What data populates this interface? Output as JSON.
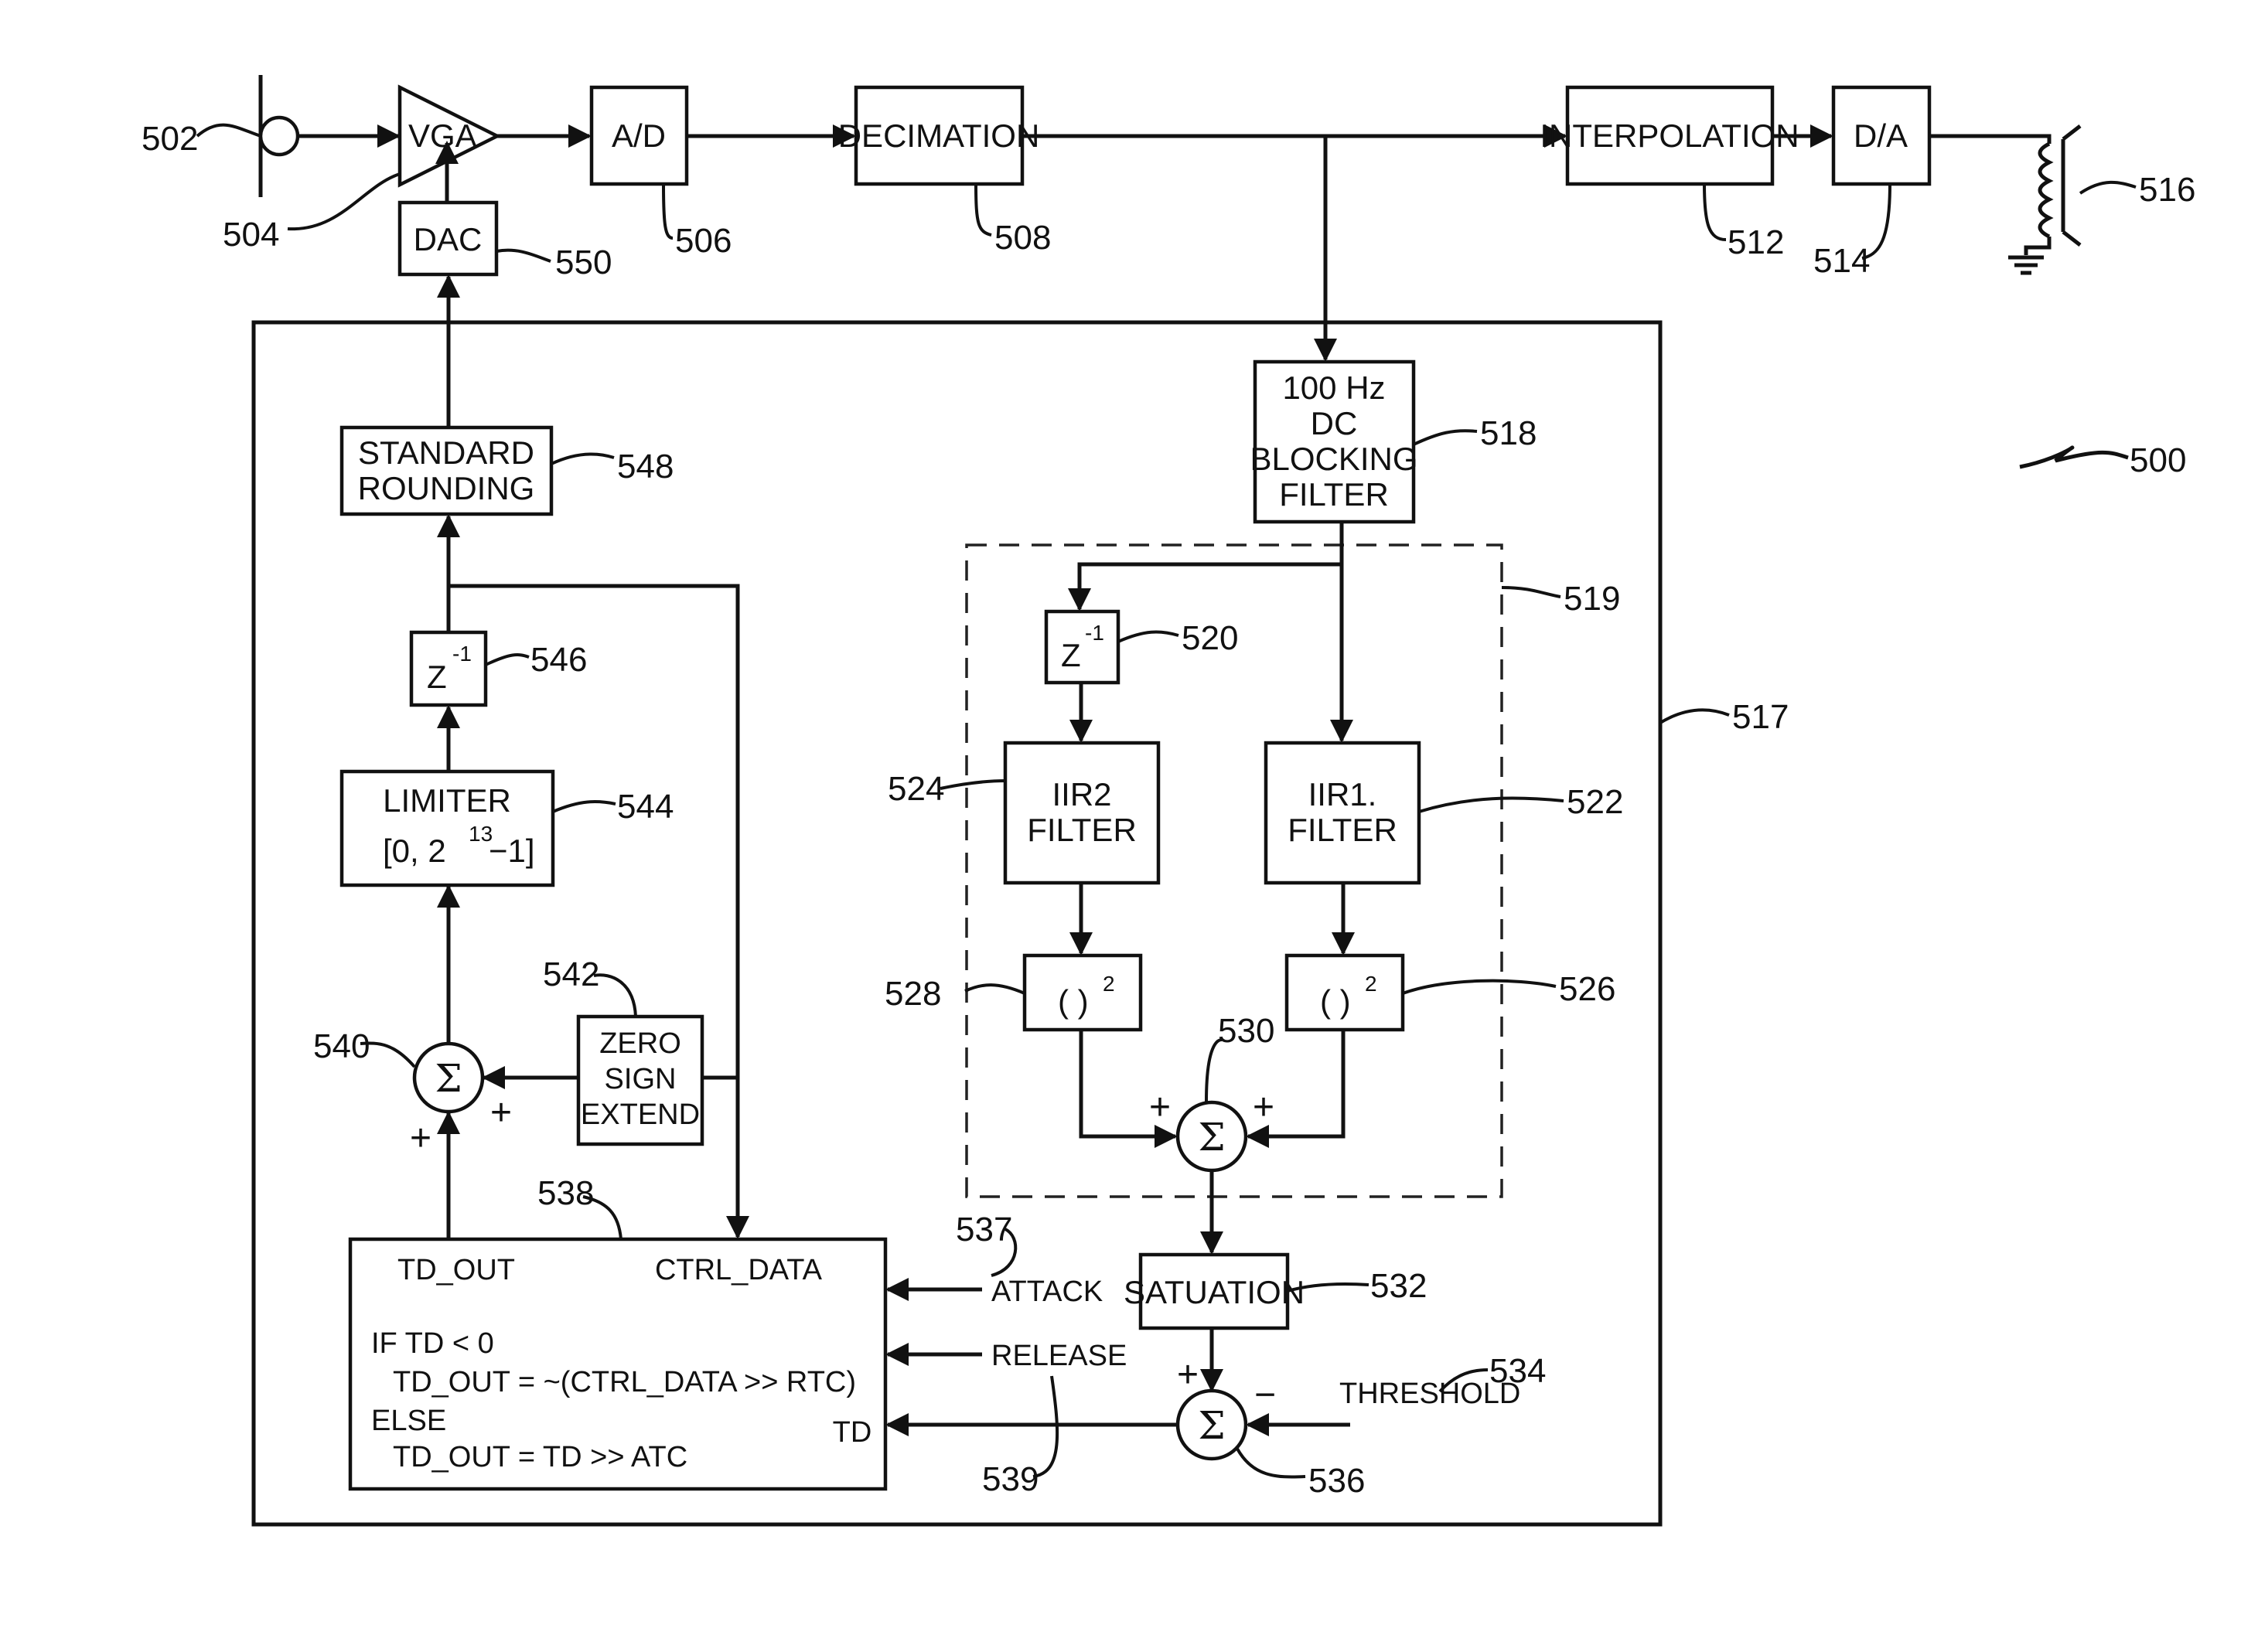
{
  "blocks": {
    "vga": "VGA",
    "ad": "A/D",
    "decimation": "DECIMATION",
    "interpolation": "INTERPOLATION",
    "da": "D/A",
    "dac": "DAC",
    "dc_filter": [
      "100 Hz",
      "DC",
      "BLOCKING",
      "FILTER"
    ],
    "standard_rounding": [
      "STANDARD",
      "ROUNDING"
    ],
    "delay_546": "Z",
    "delay_546_exp": "-1",
    "delay_520": "Z",
    "delay_520_exp": "-1",
    "limiter": [
      "LIMITER",
      "[0, 2",
      "13",
      "−1]"
    ],
    "iir2": [
      "IIR2",
      "FILTER"
    ],
    "iir1": [
      "IIR1.",
      "FILTER"
    ],
    "square_528": "( )",
    "square_528_exp": "2",
    "square_526": "( )",
    "square_526_exp": "2",
    "zero_sign": [
      "ZERO",
      "SIGN",
      "EXTEND"
    ],
    "saturation": "SATUATION",
    "logic": {
      "td_out": "TD_OUT",
      "ctrl_data": "CTRL_DATA",
      "td_port": "TD",
      "lines": [
        "IF  TD  <  0",
        "TD_OUT  =  ~(CTRL_DATA  >>  RTC)",
        "ELSE",
        "TD_OUT  =  TD  >>  ATC"
      ]
    }
  },
  "signals": {
    "attack": "ATTACK",
    "release": "RELEASE",
    "threshold": "THRESHOLD",
    "sigma": "Σ",
    "plus": "+",
    "minus": "−"
  },
  "refs": {
    "r500": "500",
    "r502": "502",
    "r504": "504",
    "r506": "506",
    "r508": "508",
    "r512": "512",
    "r514": "514",
    "r516": "516",
    "r517": "517",
    "r518": "518",
    "r519": "519",
    "r520": "520",
    "r522": "522",
    "r524": "524",
    "r526": "526",
    "r528": "528",
    "r530": "530",
    "r532": "532",
    "r534": "534",
    "r536": "536",
    "r537": "537",
    "r538": "538",
    "r539": "539",
    "r540": "540",
    "r542": "542",
    "r544": "544",
    "r546": "546",
    "r548": "548",
    "r550": "550"
  }
}
